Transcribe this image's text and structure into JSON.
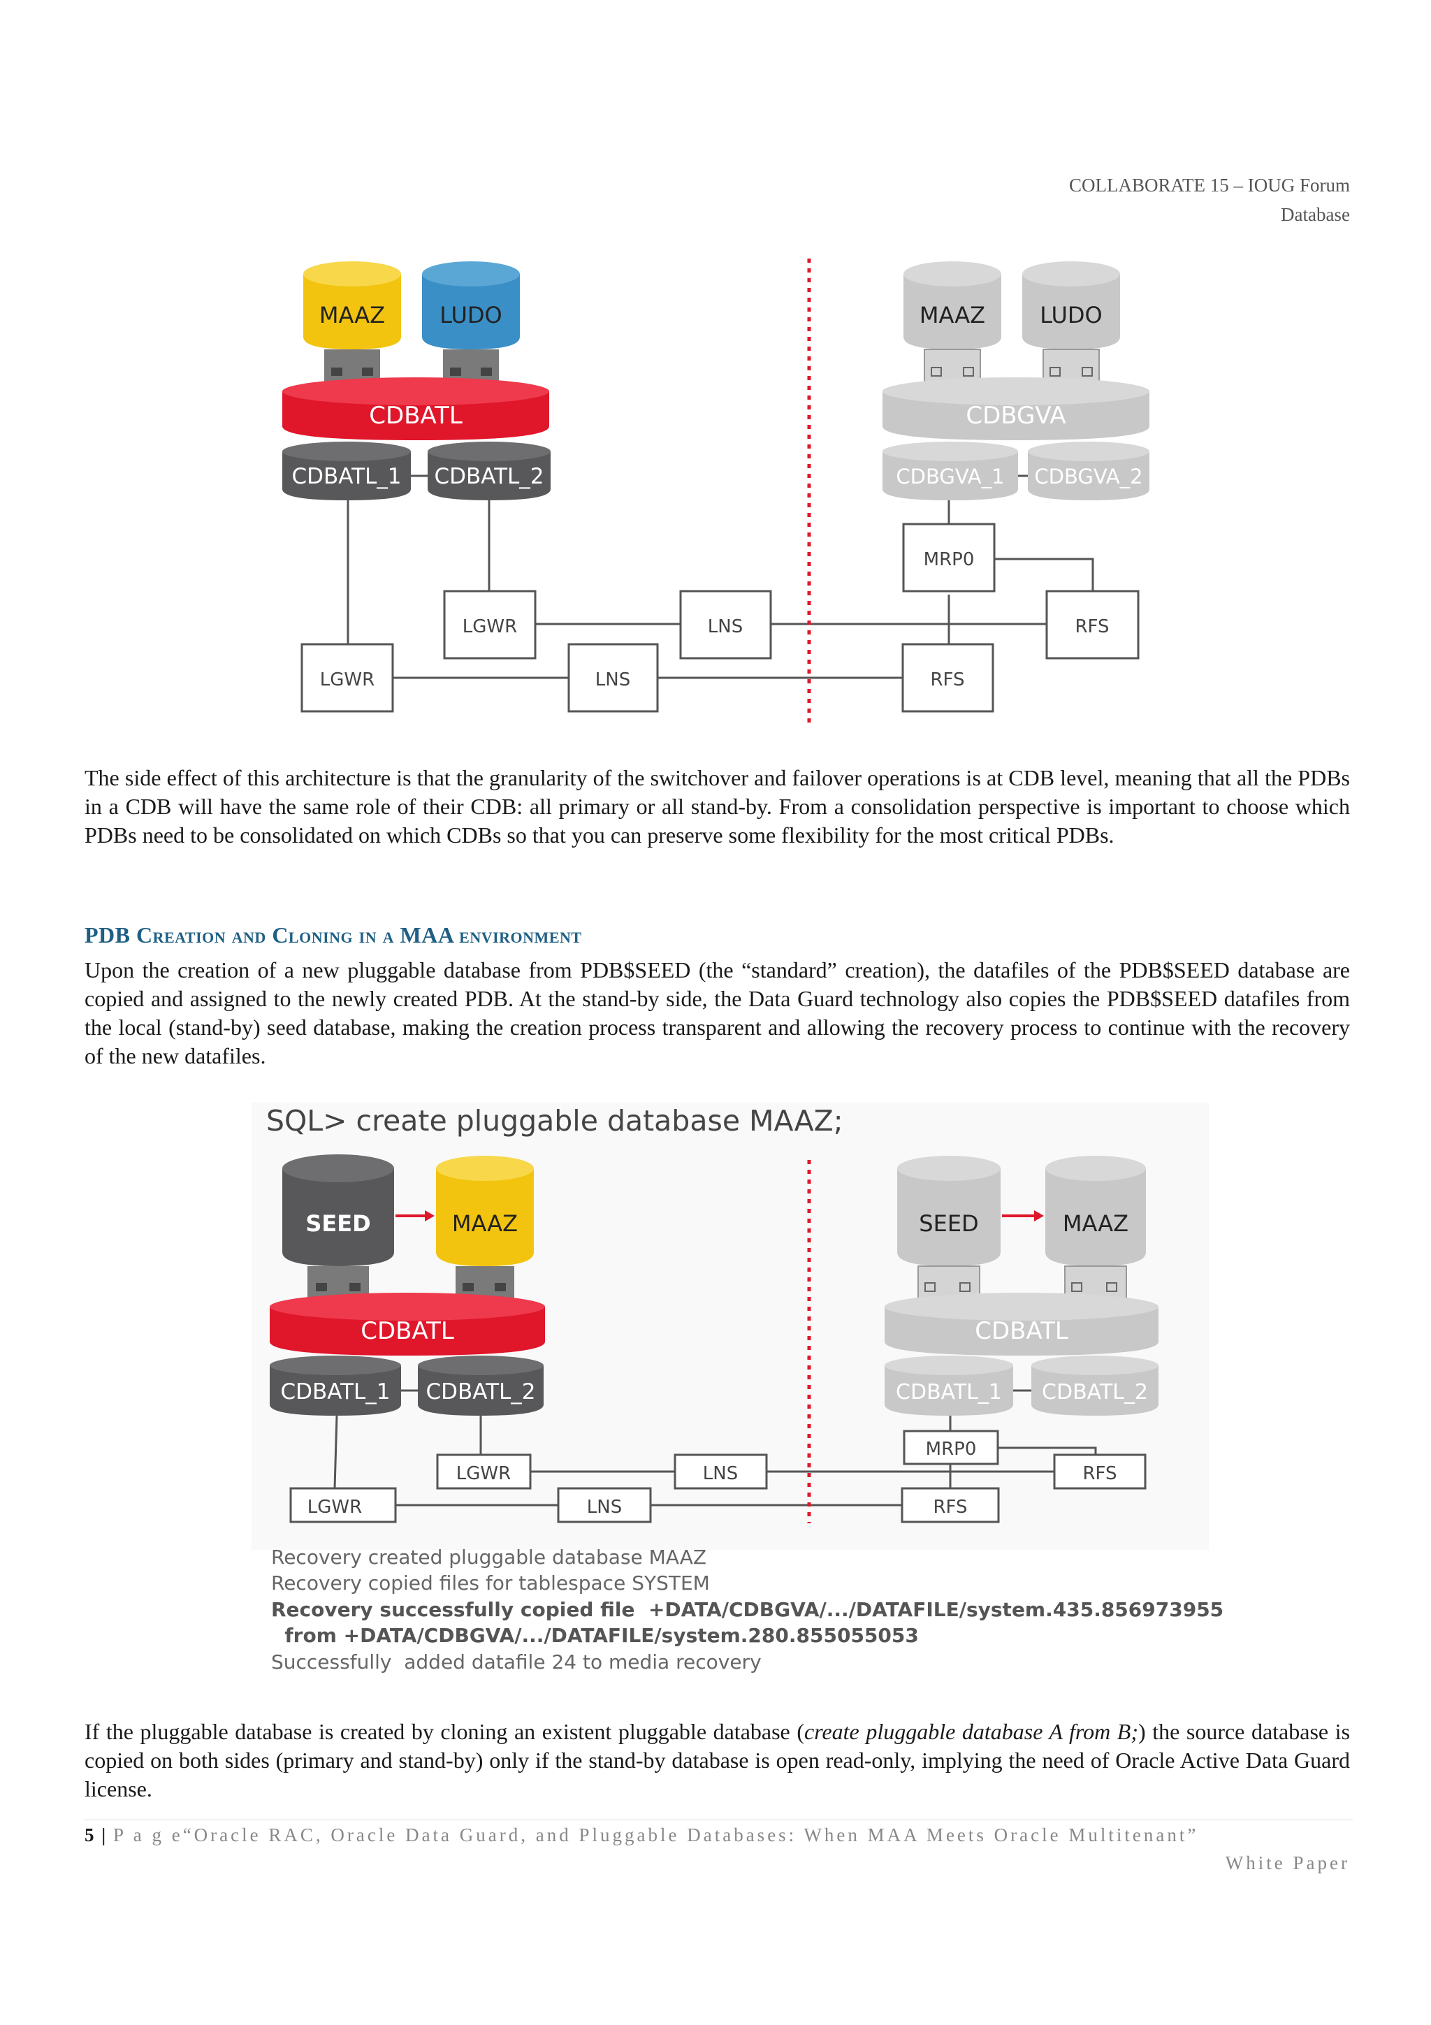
{
  "header": {
    "line1": "COLLABORATE 15 – IOUG Forum",
    "line2": "Database"
  },
  "diagram1": {
    "primary": {
      "pdbs": [
        "MAAZ",
        "LUDO"
      ],
      "cdb": "CDBATL",
      "instances": [
        "CDBATL_1",
        "CDBATL_2"
      ],
      "processes": {
        "lgwr_upper": "LGWR",
        "lns_upper": "LNS",
        "lgwr_lower": "LGWR",
        "lns_lower": "LNS"
      }
    },
    "standby": {
      "pdbs": [
        "MAAZ",
        "LUDO"
      ],
      "cdb": "CDBGVA",
      "instances": [
        "CDBGVA_1",
        "CDBGVA_2"
      ],
      "processes": {
        "mrp": "MRP0",
        "rfs_upper": "RFS",
        "rfs_lower": "RFS"
      }
    }
  },
  "paragraph1": "The side effect of this architecture is that the granularity of the switchover and failover operations is at CDB level, meaning that all the PDBs in a CDB will have the same role of their CDB: all primary or all stand-by. From a consolidation perspective is important to choose which PDBs need to be consolidated on which CDBs so that you can preserve some flexibility for the most critical PDBs.",
  "section_heading": "PDB Creation and Cloning in a MAA environment",
  "paragraph2": "Upon the creation of a new pluggable database from PDB$SEED (the “standard” creation), the datafiles of the PDB$SEED database are copied and assigned to the newly created PDB. At the stand-by side, the Data Guard technology also copies the PDB$SEED datafiles from the local (stand-by) seed database, making the creation process transparent and allowing the recovery process to continue with the recovery of the new datafiles.",
  "diagram2": {
    "sql_command": "SQL> create pluggable database MAAZ;",
    "primary": {
      "seed": "SEED",
      "pdb": "MAAZ",
      "cdb": "CDBATL",
      "instances": [
        "CDBATL_1",
        "CDBATL_2"
      ],
      "processes": {
        "lgwr_upper": "LGWR",
        "lns_upper": "LNS",
        "lgwr_lower": "LGWR",
        "lns_lower": "LNS"
      }
    },
    "standby": {
      "seed": "SEED",
      "pdb": "MAAZ",
      "cdb": "CDBATL",
      "instances": [
        "CDBATL_1",
        "CDBATL_2"
      ],
      "processes": {
        "mrp": "MRP0",
        "rfs_upper": "RFS",
        "rfs_lower": "RFS"
      }
    },
    "log_lines": [
      "Recovery created pluggable database MAAZ",
      "Recovery copied files for tablespace SYSTEM",
      "Recovery successfully copied file  +DATA/CDBGVA/.../DATAFILE/system.435.856973955",
      "  from +DATA/CDBGVA/.../DATAFILE/system.280.855055053",
      "Successfully  added datafile 24 to media recovery"
    ]
  },
  "paragraph3": {
    "before": "If the pluggable database is created by cloning an existent pluggable database (",
    "italic": "create pluggable database A from B;",
    "after": ") the source database is copied on both sides (primary and stand-by) only if the stand-by database is open read-only, implying the need of Oracle Active Data Guard license."
  },
  "footer": {
    "page_number": "5",
    "separator": "|",
    "page_label": "P a g e",
    "title": "“Oracle RAC, Oracle Data Guard, and Pluggable Databases: When MAA Meets Oracle Multitenant”",
    "doc_type": "White Paper"
  },
  "colors": {
    "red": "#e0162b",
    "yellow": "#f2c40f",
    "blue": "#3a8fc6",
    "dark_gray": "#58585a",
    "light_gray": "#c8c8c8",
    "heading": "#1f5f84"
  }
}
